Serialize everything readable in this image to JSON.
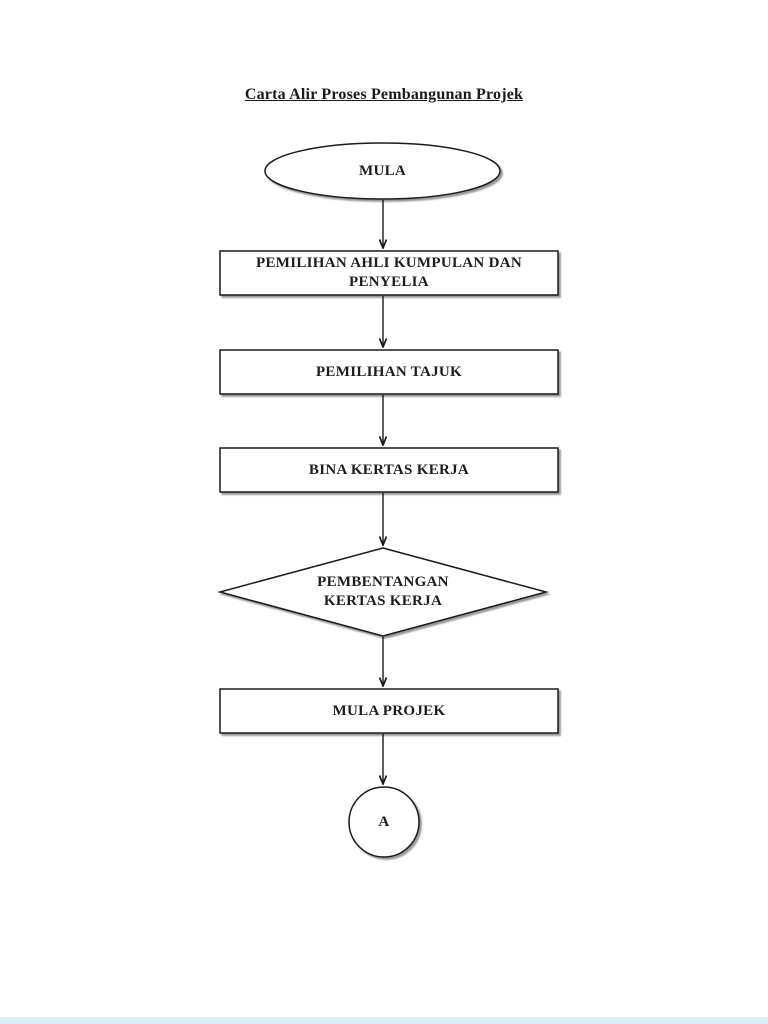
{
  "page": {
    "title": "Carta Alir Proses Pembangunan Projek"
  },
  "flowchart": {
    "nodes": [
      {
        "id": "start",
        "type": "terminator-ellipse",
        "label": "MULA"
      },
      {
        "id": "step1",
        "type": "process-rect",
        "label": "PEMILIHAN AHLI KUMPULAN DAN PENYELIA"
      },
      {
        "id": "step2",
        "type": "process-rect",
        "label": "PEMILIHAN TAJUK"
      },
      {
        "id": "step3",
        "type": "process-rect",
        "label": "BINA KERTAS KERJA"
      },
      {
        "id": "decision",
        "type": "decision-diamond",
        "label_line1": "PEMBENTANGAN",
        "label_line2": "KERTAS KERJA"
      },
      {
        "id": "step4",
        "type": "process-rect",
        "label": "MULA PROJEK"
      },
      {
        "id": "connector",
        "type": "connector-circle",
        "label": "A"
      }
    ],
    "colors": {
      "stroke": "#1a1a1a",
      "fill": "#ffffff",
      "shadow": "rgba(0,0,0,0.40)",
      "footer_strip": "#ddeef8"
    }
  }
}
